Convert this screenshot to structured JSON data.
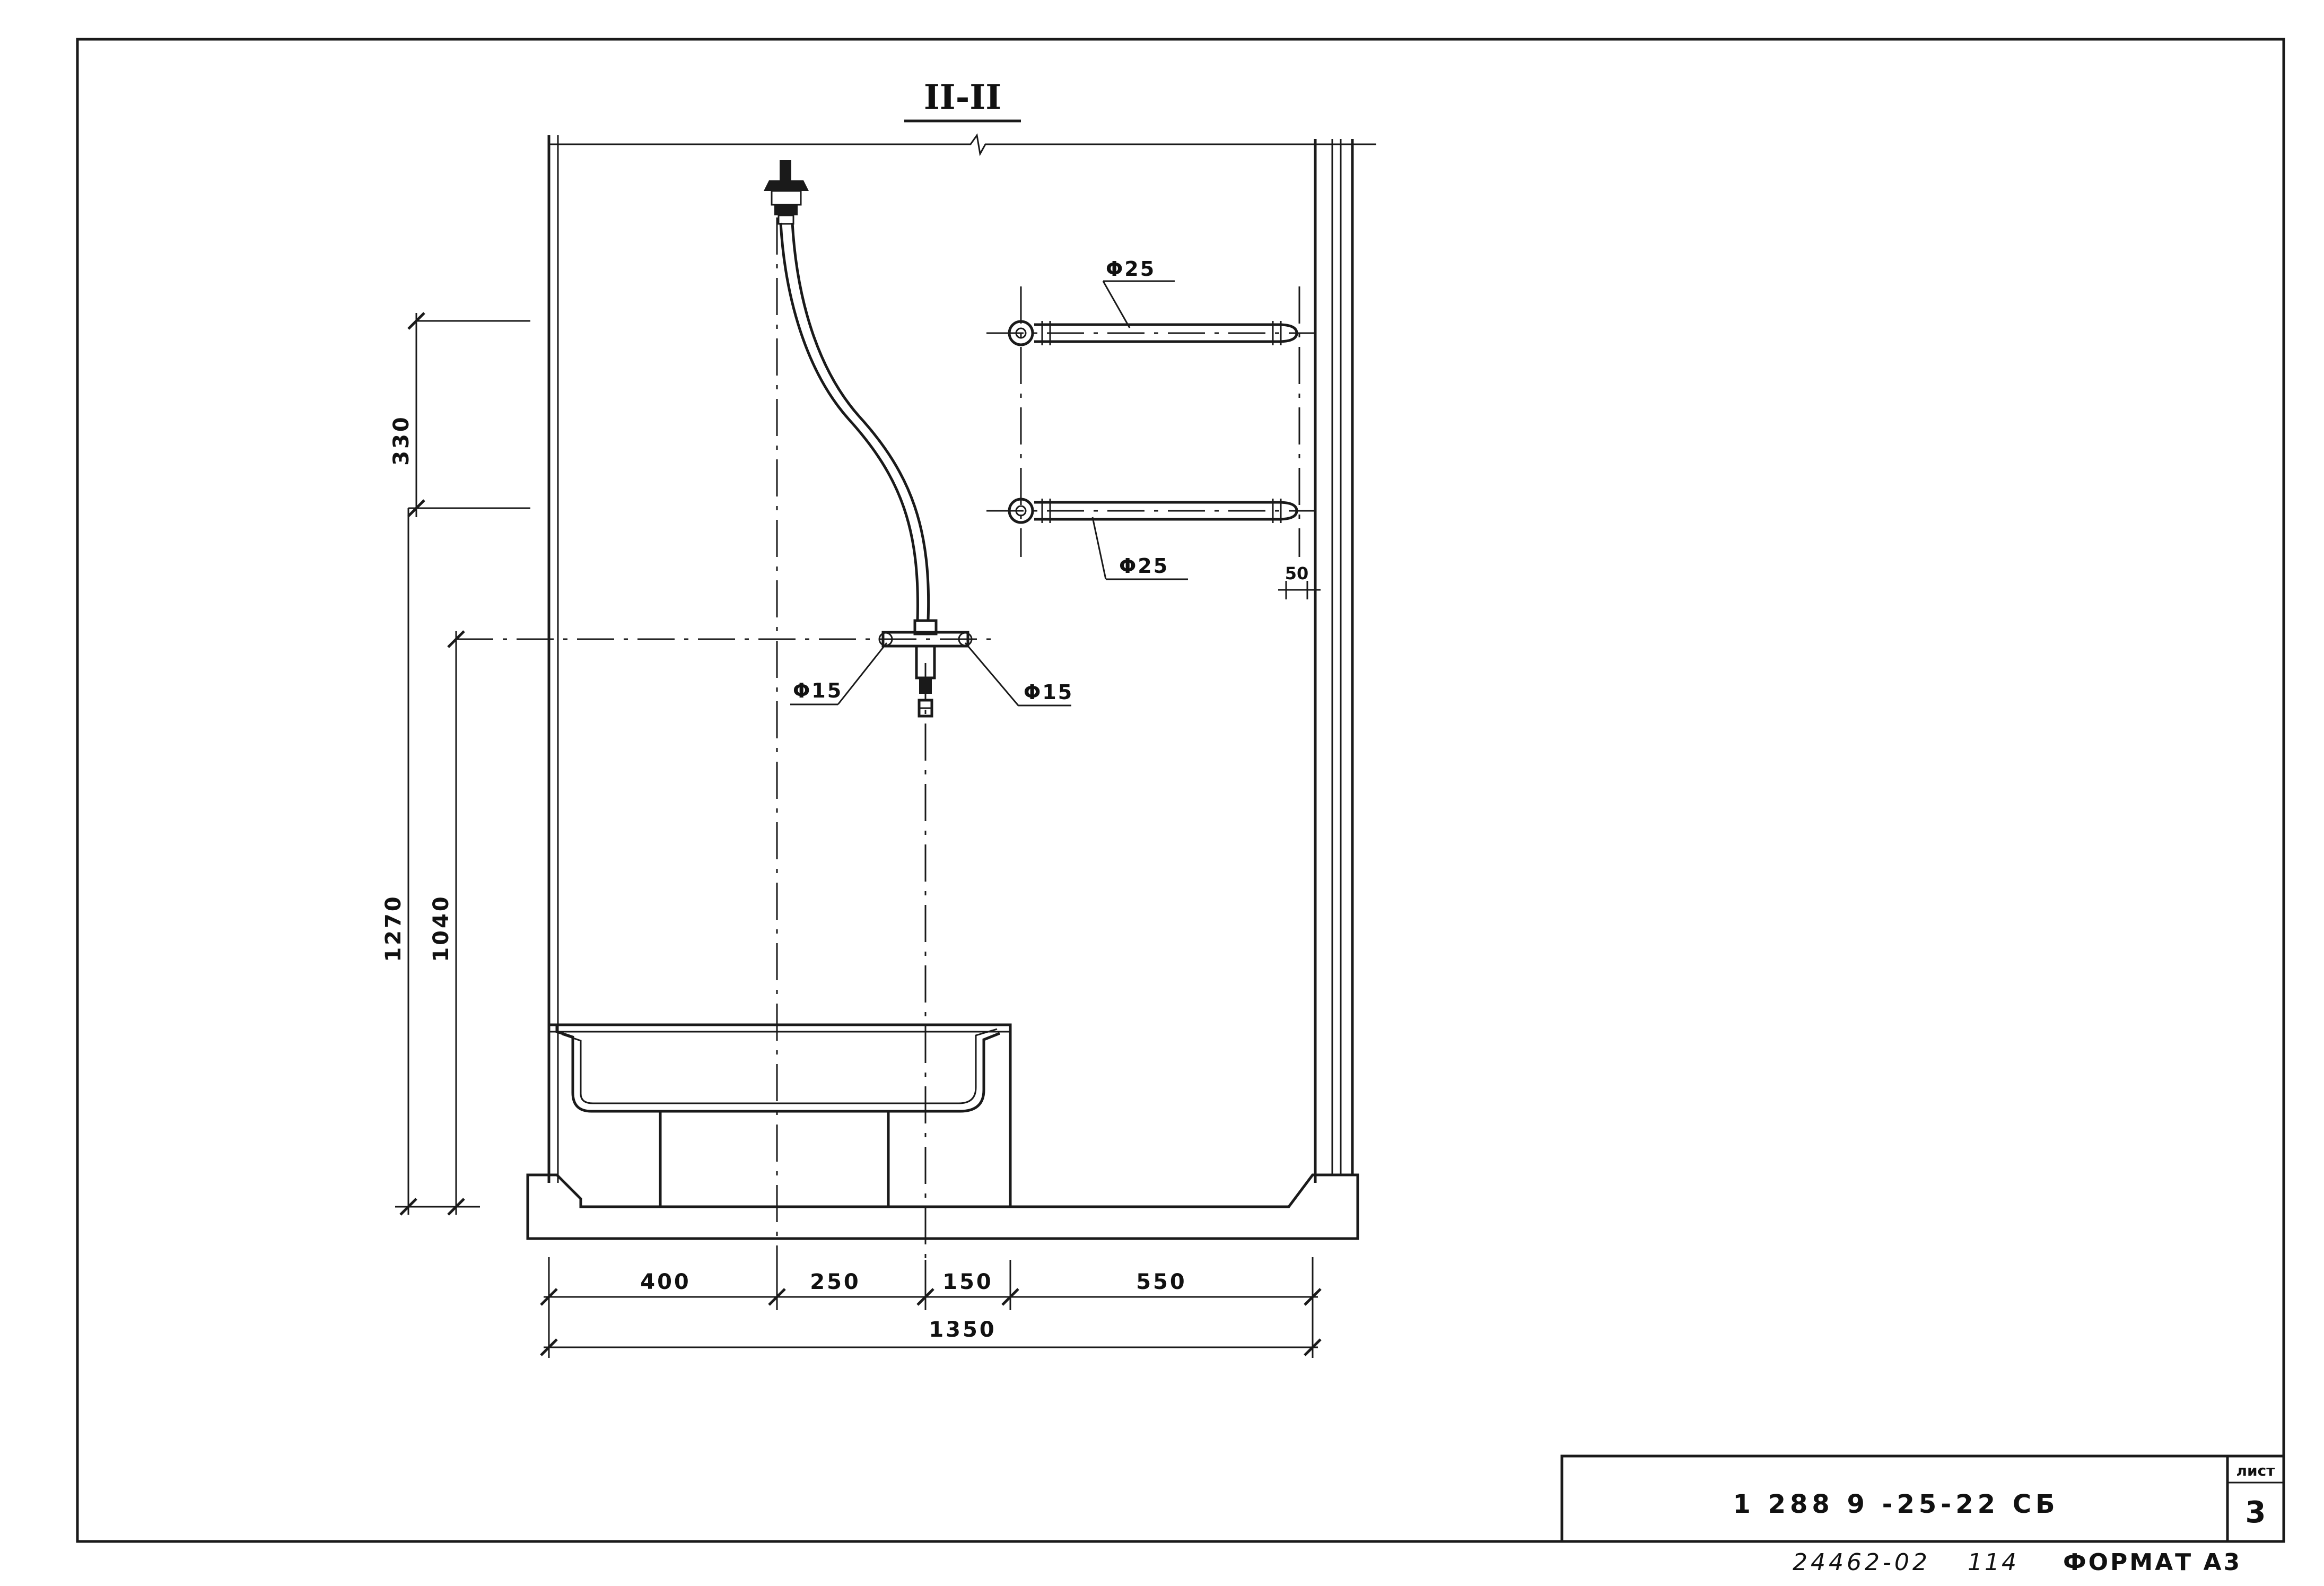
{
  "drawing": {
    "section_title": "II-II",
    "pipe_labels": {
      "upper_rail": "Φ25",
      "lower_rail": "Φ25",
      "mixer_left": "Φ15",
      "mixer_right": "Φ15"
    },
    "dimensions": {
      "vertical_330": "330",
      "vertical_1270": "1270",
      "vertical_1040": "1040",
      "wall_offset_50": "50",
      "bottom_400": "400",
      "bottom_250": "250",
      "bottom_150": "150",
      "bottom_550": "550",
      "overall_1350": "1350"
    }
  },
  "title_block": {
    "document_code": "1 288 9 -25-22 СБ",
    "sheet_label": "лист",
    "sheet_number": "3",
    "archive_number": "24462-02",
    "page_ref": "114",
    "format": "ФОРМАТ А3"
  }
}
